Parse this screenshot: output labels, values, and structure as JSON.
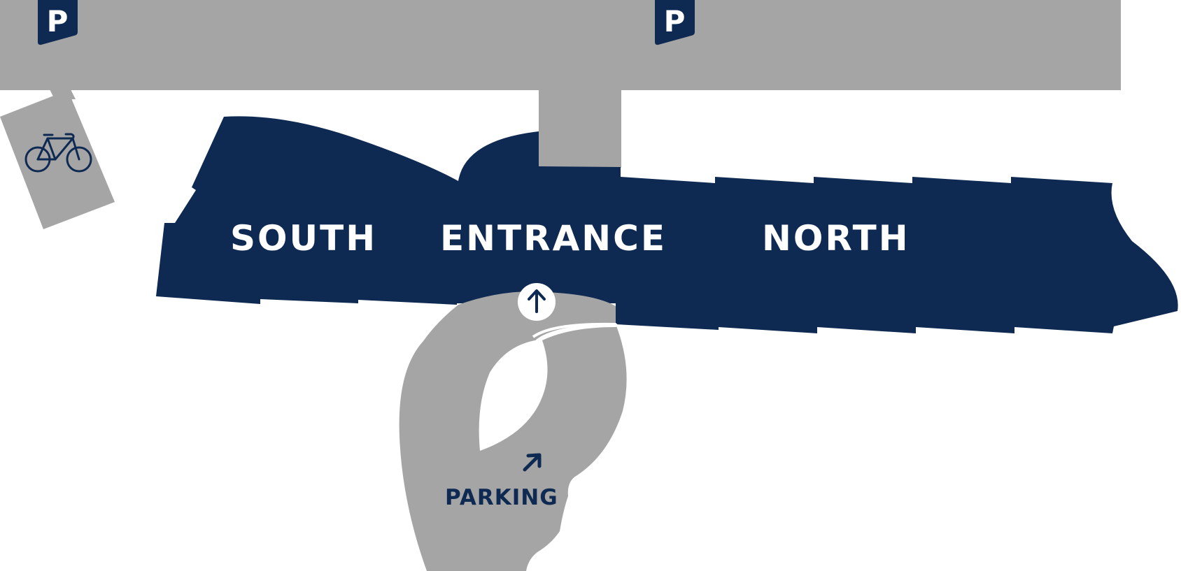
{
  "colors": {
    "building": "#0e2a52",
    "road": "#a5a5a5",
    "background": "#ffffff",
    "label_on_building": "#ffffff",
    "label_on_road": "#0e2a52"
  },
  "parking_signs": [
    {
      "letter": "P",
      "icon": "parking-sign-icon"
    },
    {
      "letter": "P",
      "icon": "parking-sign-icon"
    }
  ],
  "bike_parking": {
    "icon": "bicycle-icon"
  },
  "building": {
    "zones": [
      {
        "label": "SOUTH"
      },
      {
        "label": "ENTRANCE"
      },
      {
        "label": "NORTH"
      }
    ]
  },
  "entrance_marker": {
    "icon": "arrow-up-icon"
  },
  "parking_area": {
    "label": "PARKING",
    "icon": "arrow-up-right-icon"
  }
}
